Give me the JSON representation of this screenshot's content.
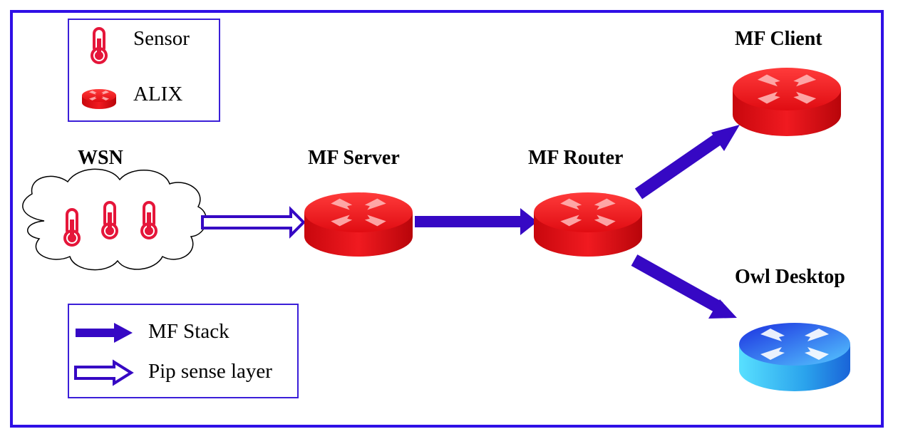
{
  "legend_top": {
    "sensor_label": "Sensor",
    "alix_label": "ALIX"
  },
  "legend_bottom": {
    "mf_stack_label": "MF Stack",
    "pip_label": "Pip sense layer"
  },
  "nodes": {
    "wsn": "WSN",
    "mf_server": "MF Server",
    "mf_router": "MF Router",
    "mf_client": "MF Client",
    "owl_desktop": "Owl Desktop"
  },
  "colors": {
    "frame": "#2f10e6",
    "arrow": "#3608c4",
    "router_red": "#e8141c",
    "sensor_red": "#e5163a",
    "desktop_blue": "#2a9ae6"
  }
}
